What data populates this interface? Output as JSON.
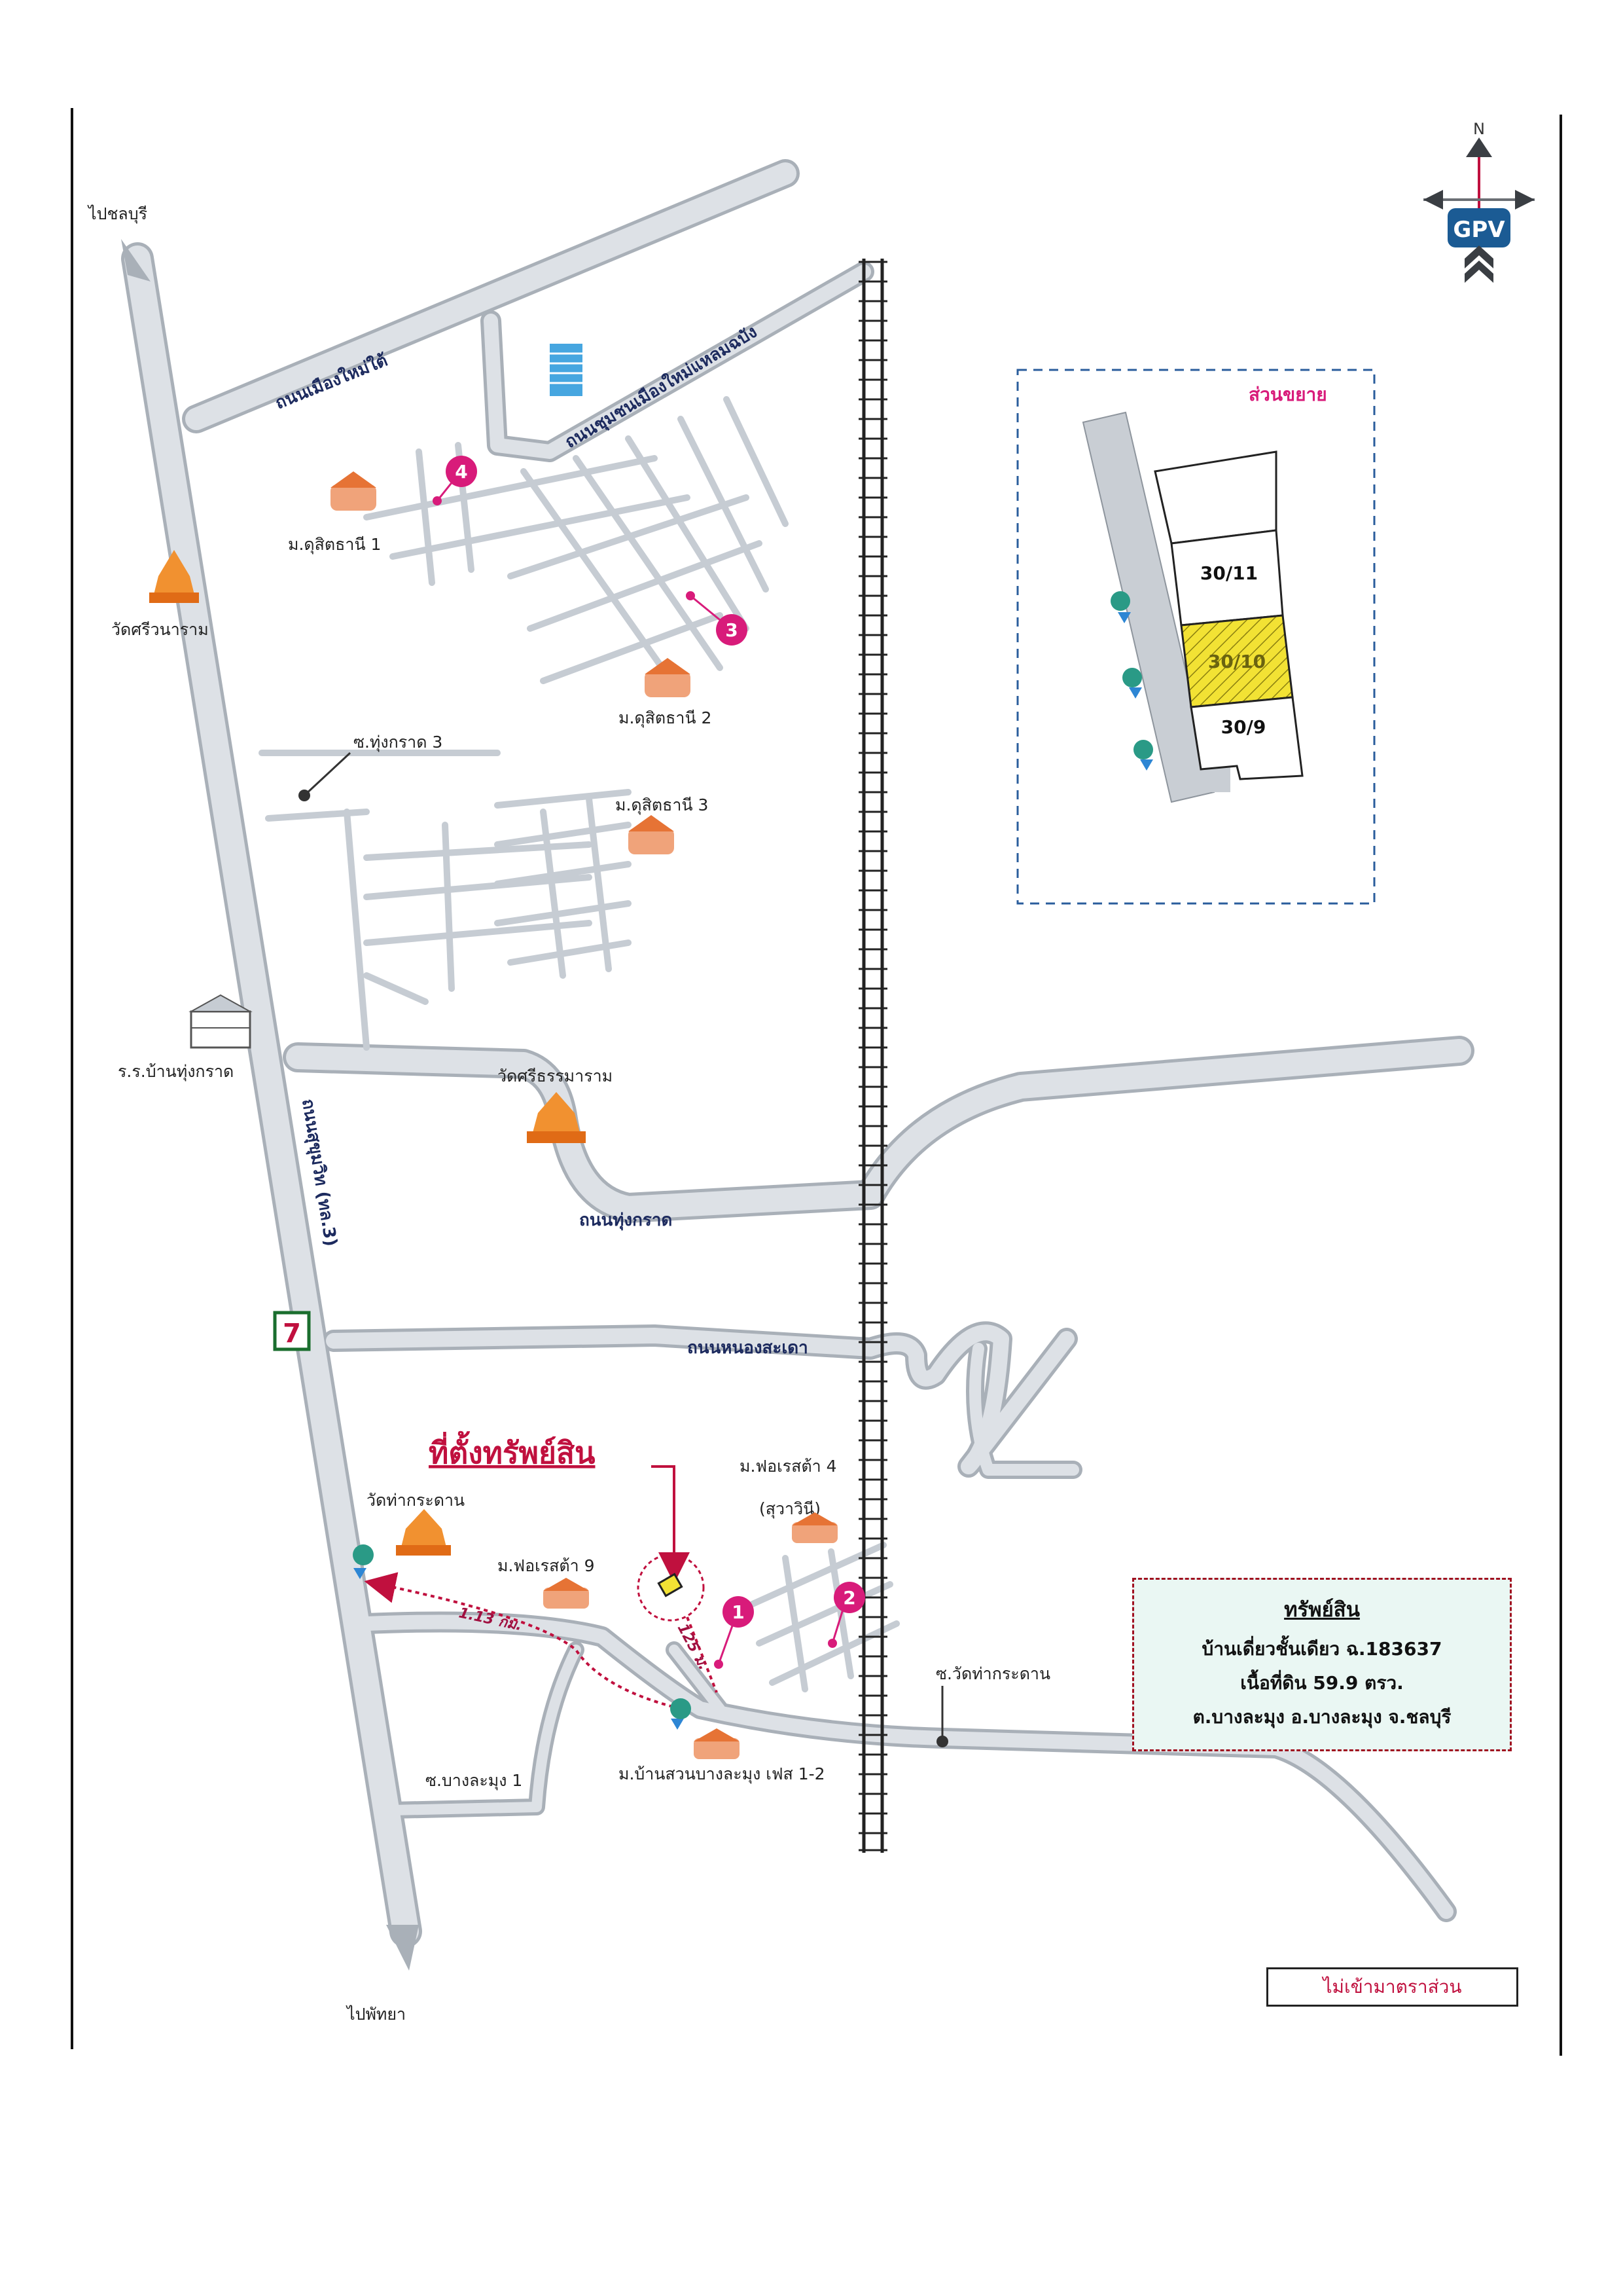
{
  "directions": {
    "north_top": "ไปชลบุรี",
    "south_bottom": "ไปพัทยา"
  },
  "compass": {
    "north": "N",
    "logo": "GPV"
  },
  "roads": {
    "mueang_mai_tai": "ถนนเมืองใหม่ใต้",
    "chumchon_mueang_mai": "ถนนชุมชนเมืองใหม่แหลมฉบัง",
    "sukhumvit": "ถนนสุขุมวิท (ทล.3)",
    "thung_krat": "ถนนทุ่งกราด",
    "nong_sa_tao": "ถนนหนองสะเดา"
  },
  "sois": {
    "thung_krat_3": "ซ.ทุ่งกราด 3",
    "wat_tha_kradan": "ซ.วัดท่ากระดาน",
    "bang_lamung_1": "ซ.บางละมุง 1"
  },
  "places": {
    "dusit_thani_1": "ม.ดุสิตธานี 1",
    "dusit_thani_2": "ม.ดุสิตธานี 2",
    "dusit_thani_3": "ม.ดุสิตธานี 3",
    "wat_si_wanaram": "วัดศรีวนาราม",
    "school": "ร.ร.บ้านทุ่งกราด",
    "wat_si_thammaram": "วัดศรีธรรมาราม",
    "wat_tha_kradan": "วัดท่ากระดาน",
    "forest_4": "ม.ฟอเรสต้า 4",
    "forest_4_sub": "(สุวาวินี)",
    "forest_9": "ม.ฟอเรสต้า 9",
    "baan_suan": "ม.บ้านสวนบางละมุง เฟส 1-2",
    "seven_eleven": "7"
  },
  "property_location": "ที่ตั้งทรัพย์สิน",
  "distances": {
    "main": "1.13 กม.",
    "soi": "125 ม."
  },
  "markers": [
    "1",
    "2",
    "3",
    "4"
  ],
  "inset": {
    "title": "ส่วนขยาย",
    "lots": {
      "upper": "30/11",
      "subject": "30/10",
      "lower": "30/9"
    }
  },
  "property_info": {
    "heading": "ทรัพย์สิน",
    "line1": "บ้านเดี่ยวชั้นเดียว ฉ.183637",
    "line2": "เนื้อที่ดิน 59.9 ตรว.",
    "line3": "ต.บางละมุง อ.บางละมุง จ.ชลบุรี"
  },
  "scale_note": "ไม่เข้ามาตราส่วน",
  "colors": {
    "road_fill": "#dde1e6",
    "road_edge": "#a9b0b8",
    "label_blue": "#1c2a5e",
    "highlight": "#c0103e",
    "marker": "#d81b7a",
    "subject_lot": "#f2e234"
  }
}
